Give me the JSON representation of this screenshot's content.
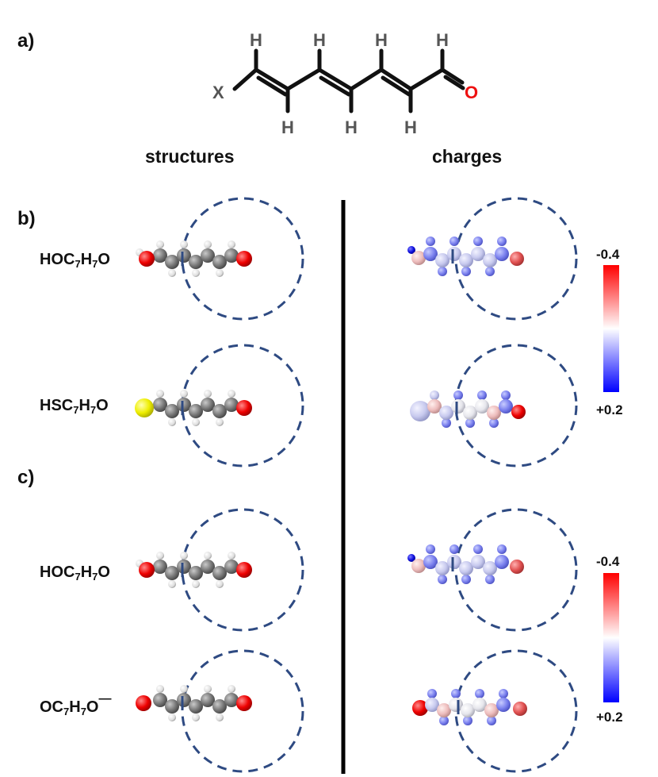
{
  "labels": {
    "a": "a)",
    "b": "b)",
    "c": "c)"
  },
  "headers": {
    "structures": "structures",
    "charges": "charges"
  },
  "scheme": {
    "x": "X",
    "h": "H",
    "o": "O"
  },
  "molecules": {
    "b1": {
      "f": "HOC",
      "n1": "7",
      "m": "H",
      "n2": "7",
      "e": "O"
    },
    "b2": {
      "f": "HSC",
      "n1": "7",
      "m": "H",
      "n2": "7",
      "e": "O"
    },
    "c1": {
      "f": "HOC",
      "n1": "7",
      "m": "H",
      "n2": "7",
      "e": "O"
    },
    "c2": {
      "f": "OC",
      "n1": "7",
      "m": "H",
      "n2": "7",
      "e": "O",
      "sup": "—"
    }
  },
  "colorbar": {
    "top": "-0.4",
    "bottom": "+0.2"
  },
  "colors": {
    "carbon": "#777777",
    "oxygen": "#e01010",
    "sulfur": "#e8e800",
    "hydrogen": "#e8e8e8",
    "ring": "#2e4a82",
    "neg": "#ff0000",
    "pos": "#0000ff"
  }
}
